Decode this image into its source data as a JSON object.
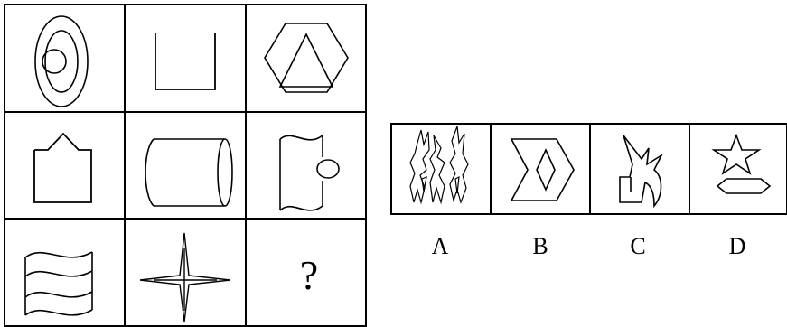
{
  "puzzle": {
    "grid": {
      "rows": 3,
      "cols": 3,
      "cells": [
        {
          "shape": "ellipse-with-inner-ellipse-and-circle-icon"
        },
        {
          "shape": "open-square-cup-icon"
        },
        {
          "shape": "hexagon-with-triangle-icon"
        },
        {
          "shape": "house-pentagon-notch-icon"
        },
        {
          "shape": "cylinder-icon"
        },
        {
          "shape": "wavy-page-with-circle-icon"
        },
        {
          "shape": "wavy-flag-icon"
        },
        {
          "shape": "four-point-star-icon"
        },
        {
          "shape": "question",
          "text": "?"
        }
      ]
    },
    "options": [
      {
        "label": "A",
        "shape": "jagged-flame-cluster-icon"
      },
      {
        "label": "B",
        "shape": "chevron-with-diamond-icon"
      },
      {
        "label": "C",
        "shape": "spiky-crescent-icon"
      },
      {
        "label": "D",
        "shape": "star-over-hexagon-icon"
      }
    ]
  }
}
